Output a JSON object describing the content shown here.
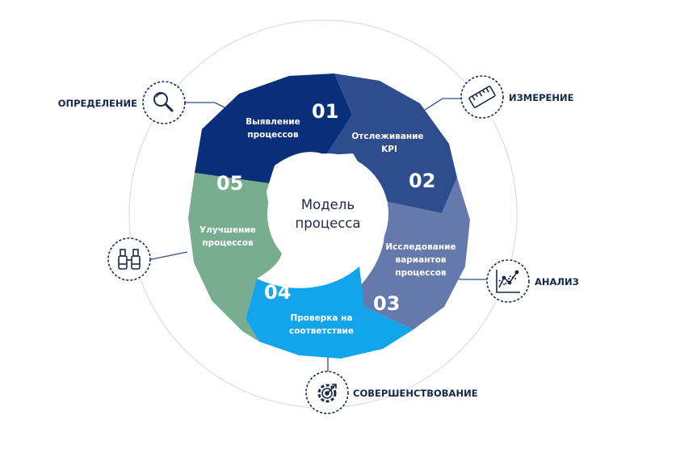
{
  "center": {
    "line1": "Модель",
    "line2": "процесса"
  },
  "colors": {
    "seg1": "#0a2f7a",
    "seg2": "#2e4d8f",
    "seg3": "#6579ad",
    "seg4": "#12a5ec",
    "seg5": "#78ad8f",
    "line": "#2e4d8f",
    "outer_ring": "#dcdfe6",
    "icon_ring": "#1b2a4a"
  },
  "segments": [
    {
      "num": "01",
      "line1": "Выявление",
      "line2": "процессов",
      "line3": ""
    },
    {
      "num": "02",
      "line1": "Отслеживание",
      "line2": "KPI",
      "line3": ""
    },
    {
      "num": "03",
      "line1": "Исследование",
      "line2": "вариантов",
      "line3": "процессов"
    },
    {
      "num": "04",
      "line1": "Проверка на",
      "line2": "соответствие",
      "line3": ""
    },
    {
      "num": "05",
      "line1": "Улучшение",
      "line2": "процессов",
      "line3": ""
    }
  ],
  "stages": [
    {
      "label": "ОПРЕДЕЛЕНИЕ",
      "icon": "magnifier-icon"
    },
    {
      "label": "ИЗМЕРЕНИЕ",
      "icon": "ruler-icon"
    },
    {
      "label": "АНАЛИЗ",
      "icon": "line-chart-icon"
    },
    {
      "label": "СОВЕРШЕНСТВОВАНИЕ",
      "icon": "gear-target-icon"
    },
    {
      "label": "",
      "icon": "binoculars-icon"
    }
  ]
}
